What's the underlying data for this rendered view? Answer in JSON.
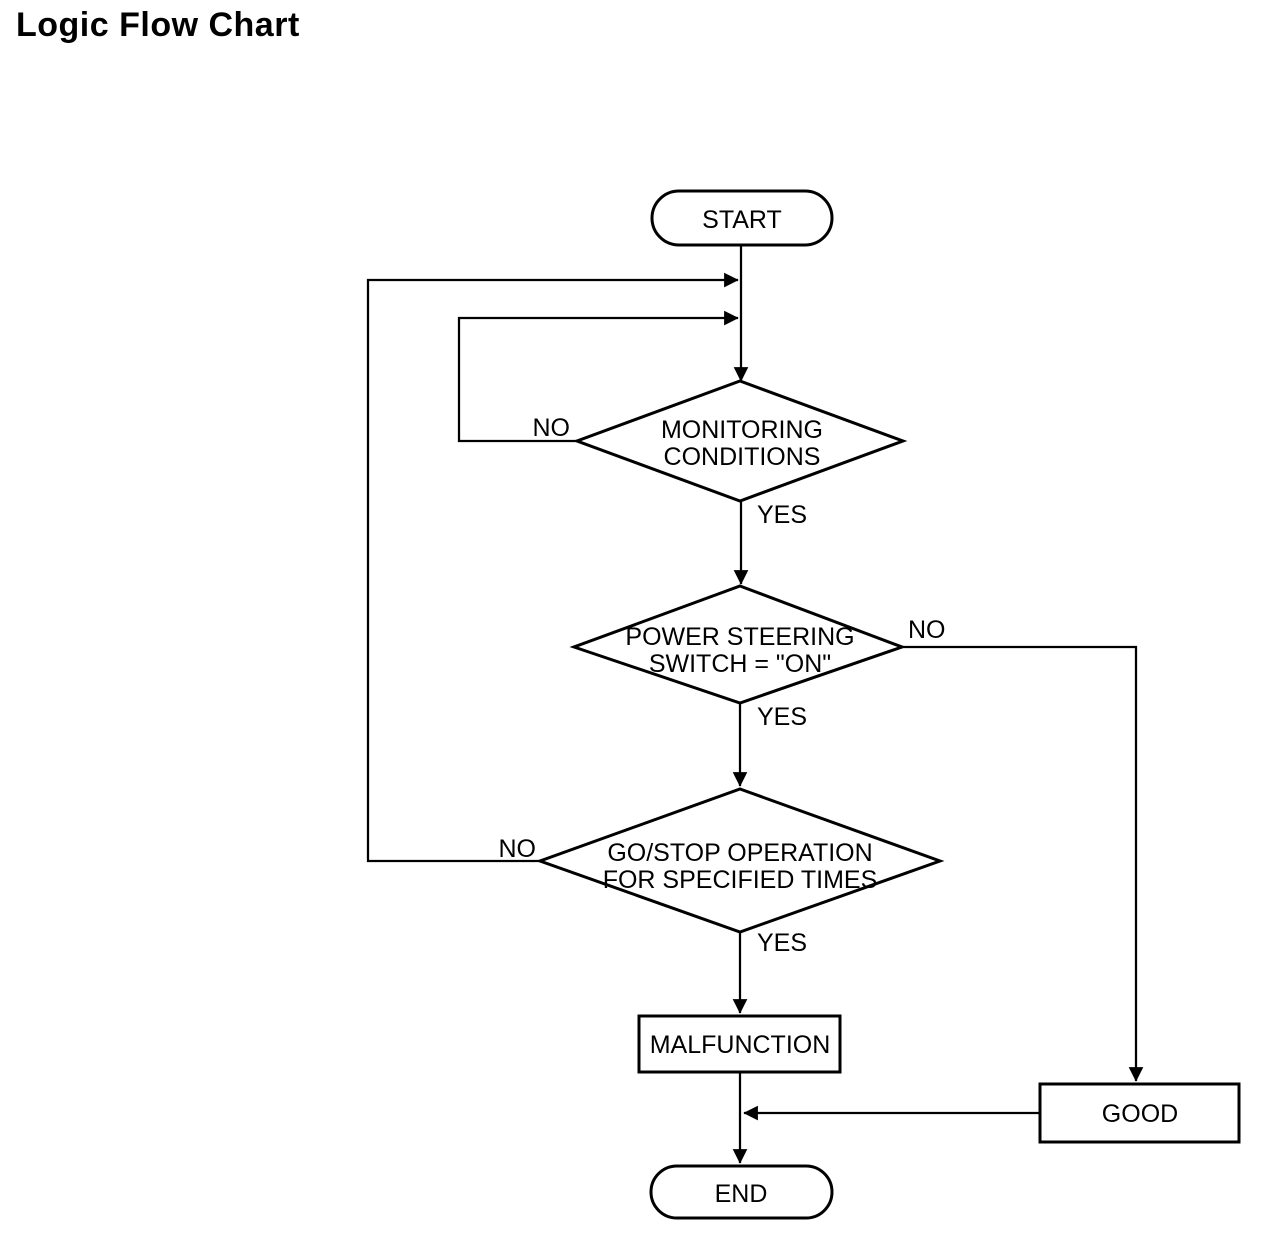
{
  "title": "Logic Flow Chart",
  "colors": {
    "ink": "#000000",
    "background": "#ffffff"
  },
  "flowchart": {
    "nodes": {
      "start": {
        "label": "START"
      },
      "monitoring": {
        "line1": "MONITORING",
        "line2": "CONDITIONS"
      },
      "power_steering": {
        "line1": "POWER STEERING",
        "line2": "SWITCH = \"ON\""
      },
      "go_stop": {
        "line1": "GO/STOP OPERATION",
        "line2": "FOR SPECIFIED TIMES"
      },
      "malfunction": {
        "label": "MALFUNCTION"
      },
      "good": {
        "label": "GOOD"
      },
      "end": {
        "label": "END"
      }
    },
    "edge_labels": {
      "monitoring_no": "NO",
      "monitoring_yes": "YES",
      "power_steering_no": "NO",
      "power_steering_yes": "YES",
      "go_stop_no": "NO",
      "go_stop_yes": "YES"
    }
  }
}
